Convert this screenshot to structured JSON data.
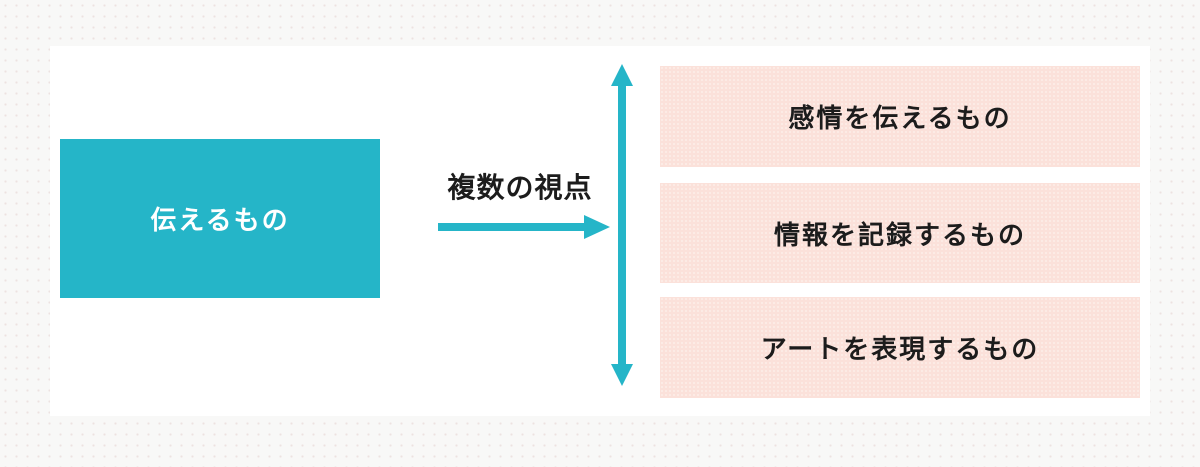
{
  "colors": {
    "background": "#f8f8f7",
    "panel": "#ffffff",
    "teal": "#25b5c8",
    "pink": "#fbe1da",
    "text_dark": "#1c1c1c",
    "text_light": "#ffffff"
  },
  "diagram": {
    "source_box": {
      "label": "伝えるもの"
    },
    "arrow_label": "複数の視点",
    "targets": [
      {
        "label": "感情を伝えるもの"
      },
      {
        "label": "情報を記録するもの"
      },
      {
        "label": "アートを表現するもの"
      }
    ]
  }
}
